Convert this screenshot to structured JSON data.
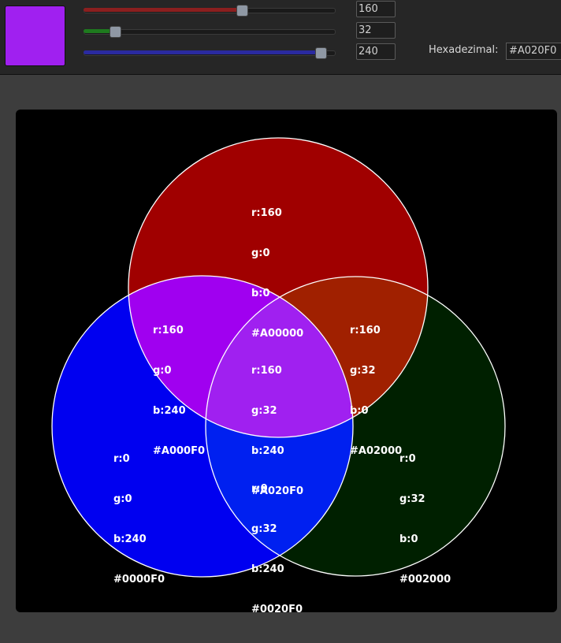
{
  "color": {
    "r": 160,
    "g": 32,
    "b": 240,
    "hex": "#A020F0",
    "swatch_color": "#A020F0"
  },
  "sliders": {
    "red": {
      "value_text": "160",
      "fraction": 0.627,
      "fill_color": "#8b1f1f"
    },
    "green": {
      "value_text": "32",
      "fraction": 0.125,
      "fill_color": "#1e7a1e"
    },
    "blue": {
      "value_text": "240",
      "fraction": 0.941,
      "fill_color": "#2a2aa0"
    }
  },
  "hex": {
    "label": "Hexadezimal:",
    "value": "#A020F0"
  },
  "venn": {
    "regions": {
      "red_only": {
        "r": "r:160",
        "g": "g:0",
        "b": "b:0",
        "hex": "#A00000",
        "fill": "#A00000"
      },
      "red_blue": {
        "r": "r:160",
        "g": "g:0",
        "b": "b:240",
        "hex": "#A000F0",
        "fill": "#A000F0"
      },
      "red_green": {
        "r": "r:160",
        "g": "g:32",
        "b": "b:0",
        "hex": "#A02000",
        "fill": "#A02000"
      },
      "all": {
        "r": "r:160",
        "g": "g:32",
        "b": "b:240",
        "hex": "#A020F0",
        "fill": "#A020F0"
      },
      "blue_only": {
        "r": "r:0",
        "g": "g:0",
        "b": "b:240",
        "hex": "#0000F0",
        "fill": "#0000F0"
      },
      "green_blue": {
        "r": "r:0",
        "g": "g:32",
        "b": "b:240",
        "hex": "#0020F0",
        "fill": "#0020F0"
      },
      "green_only": {
        "r": "r:0",
        "g": "g:32",
        "b": "b:0",
        "hex": "#002000",
        "fill": "#002000"
      }
    },
    "outline_color": "#ffffff"
  }
}
